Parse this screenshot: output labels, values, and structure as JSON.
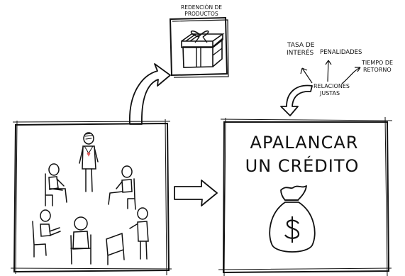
{
  "labels": {
    "rewards_top": "REDENCIÓN DE",
    "rewards_bottom": "PRODUCTOS",
    "rate_top": "TASA DE",
    "rate_bottom": "INTERÉS",
    "penalties": "PENALIDADES",
    "return_top": "TIEMPO DE",
    "return_bottom": "RETORNO",
    "fair_top": "RELACIONES",
    "fair_bottom": "JUSTAS",
    "leverage_top": "APALANCAR",
    "leverage_bottom": "UN CRÉDITO"
  },
  "icons": {
    "gift": "gift-box-icon",
    "money": "money-bag-icon",
    "group": "community-group-icon",
    "arrow": "right-arrow-icon"
  },
  "colors": {
    "ink": "#111111",
    "accent": "#e05a5a"
  }
}
